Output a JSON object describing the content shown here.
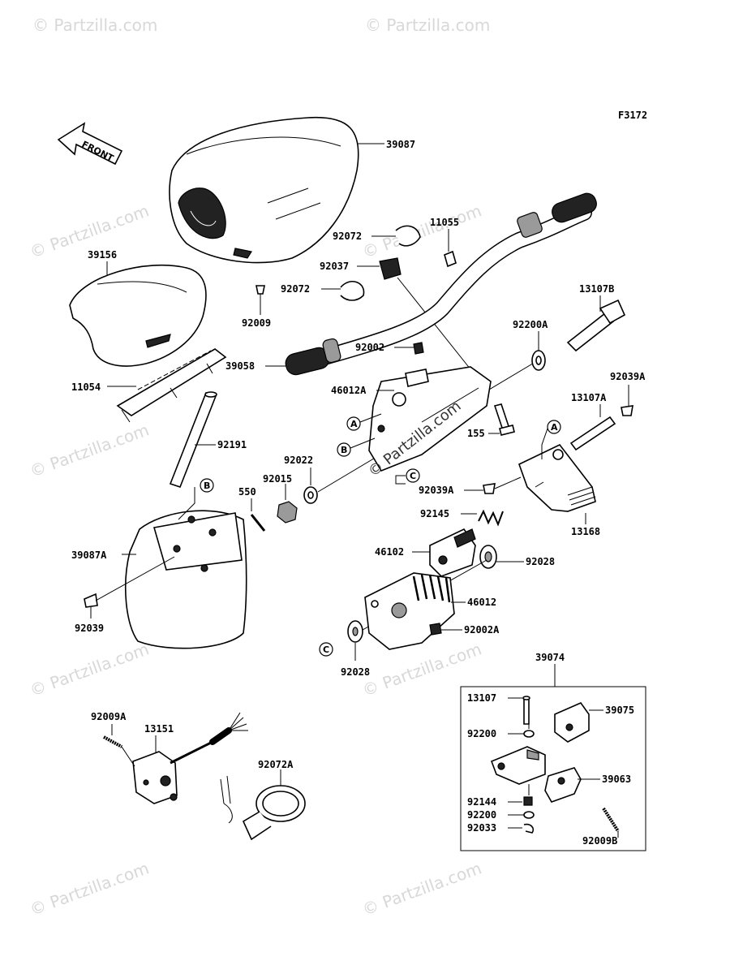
{
  "diagram": {
    "figure_code": "F3172",
    "front_label": "FRONT",
    "watermark": "© Partzilla.com",
    "center_watermark": "© Partzilla.com",
    "ref_markers": [
      "A",
      "B",
      "C",
      "A",
      "C"
    ],
    "part_labels": {
      "p39087": "39087",
      "p39156": "39156",
      "p92009": "92009",
      "p11054": "11054",
      "p92191": "92191",
      "p39087A": "39087A",
      "p92039": "92039",
      "p550": "550",
      "p92015": "92015",
      "p92022": "92022",
      "p92072a": "92072",
      "p92037": "92037",
      "p92072b": "92072",
      "p11055": "11055",
      "p13107B": "13107B",
      "p92200A": "92200A",
      "p92002": "92002",
      "p39058": "39058",
      "p46012A": "46012A",
      "p155": "155",
      "p92039A_r": "92039A",
      "p13107A": "13107A",
      "p92039A_l": "92039A",
      "p13168": "13168",
      "p92145": "92145",
      "p46102": "46102",
      "p92028a": "92028",
      "p46012": "46012",
      "p92002A": "92002A",
      "p92028b": "92028",
      "p39074": "39074",
      "p13107": "13107",
      "p39075": "39075",
      "p92200a": "92200",
      "p39063": "39063",
      "p92144": "92144",
      "p92200b": "92200",
      "p92033": "92033",
      "p92009B": "92009B",
      "p92009A": "92009A",
      "p13151": "13151",
      "p92072A": "92072A"
    }
  }
}
